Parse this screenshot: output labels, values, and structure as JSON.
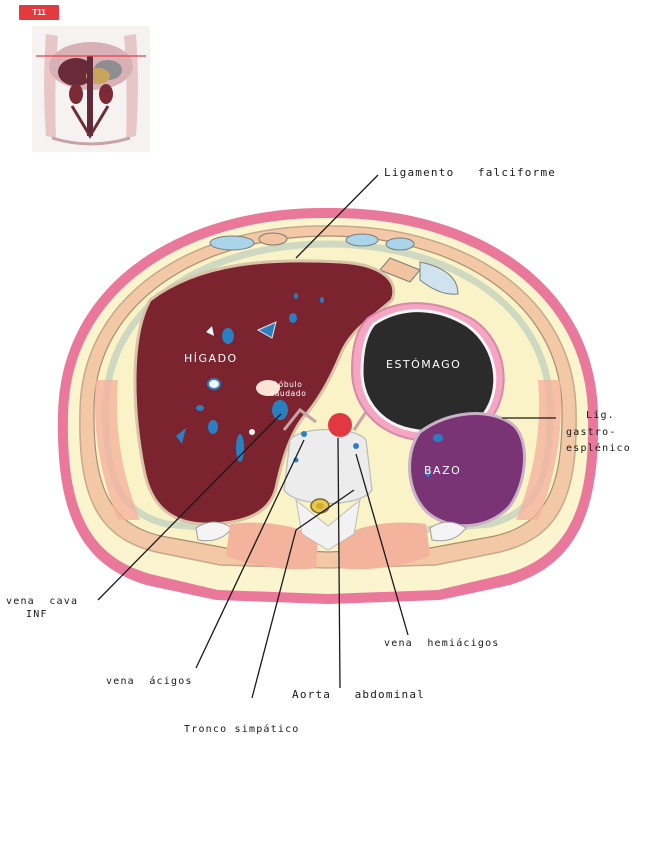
{
  "badge": "T11",
  "labels": {
    "ligamento_falciforme": "Ligamento   falciforme",
    "lig_gastro_1": "Lig.",
    "lig_gastro_2": "gastro-",
    "lig_gastro_3": "esplénico",
    "vena_cava_1": "vena  cava",
    "vena_cava_2": "INF",
    "vena_hemiacigos": "vena  hemiácigos",
    "vena_acigos": "vena  ácigos",
    "aorta_abdominal": "Aorta   abdominal",
    "tronco_simpatico": "Tronco simpático"
  },
  "organs": {
    "higado": "HÍGADO",
    "estomago": "ESTÓMAGO",
    "bazo": "BAZO",
    "lobulo_1": "Lóbulo",
    "lobulo_2": "caudado"
  },
  "colors": {
    "skin_pink": "#e9789b",
    "fat_yellow": "#fbf5cf",
    "muscle_salmon": "#f4b39d",
    "liver": "#7c2330",
    "stomach": "#2b2b2b",
    "spleen": "#7a3476",
    "aorta": "#e23842",
    "vessel_blue": "#2a7fc1",
    "badge_red": "#e23a3e"
  }
}
